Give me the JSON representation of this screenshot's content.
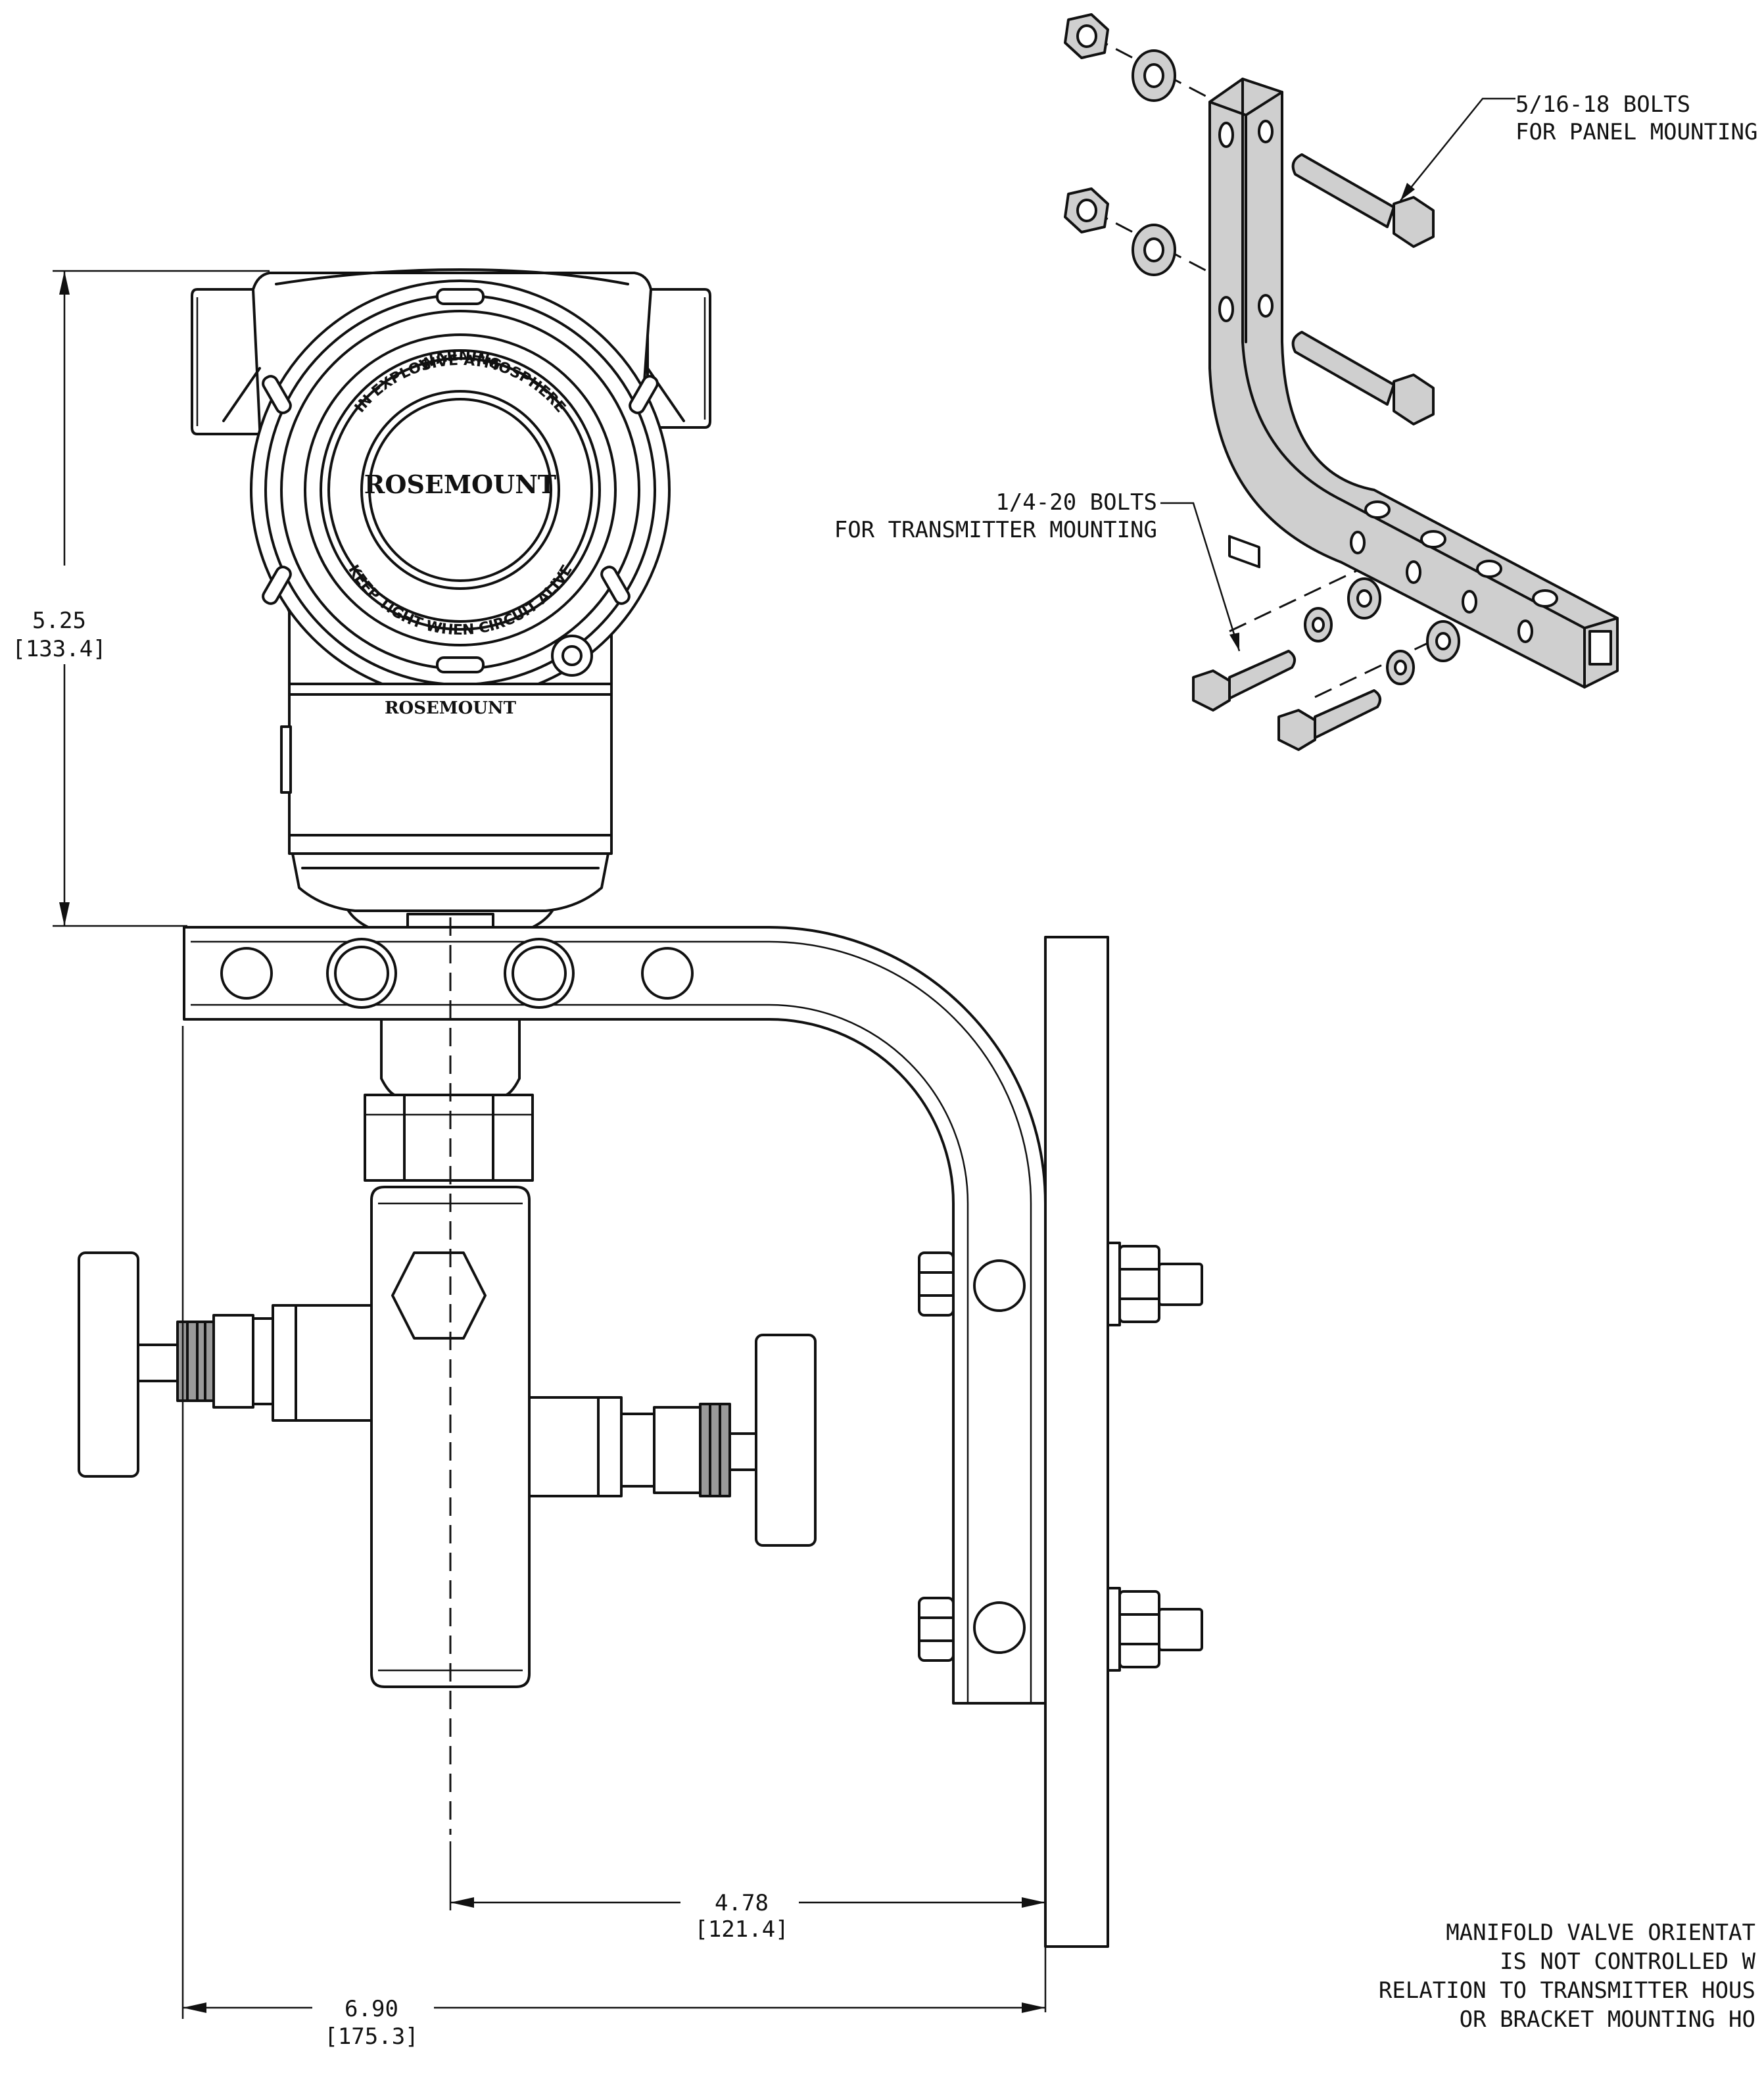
{
  "dimensions": {
    "height": {
      "inches": "5.25",
      "mm": "[133.4]"
    },
    "offset": {
      "inches": "4.78",
      "mm": "[121.4]"
    },
    "width": {
      "inches": "6.90",
      "mm": "[175.3]"
    }
  },
  "callouts": {
    "panel_bolts": {
      "line1": "5/16-18 BOLTS",
      "line2": "FOR PANEL MOUNTING"
    },
    "transmitter_bolts": {
      "line1": "1/4-20 BOLTS",
      "line2": "FOR TRANSMITTER MOUNTING"
    }
  },
  "housing": {
    "brand_cover": "ROSEMOUNT",
    "brand_body": "ROSEMOUNT",
    "ring_warning": "WARNING",
    "ring_top": "IN EXPLOSIVE ATMOSPHERE",
    "ring_bottom": "KEEP TIGHT WHEN CIRCUIT ALIVE"
  },
  "note": {
    "lines": [
      "MANIFOLD VALVE ORIENTAT",
      "IS NOT CONTROLLED W",
      "RELATION TO TRANSMITTER HOUS",
      "OR BRACKET MOUNTING HO"
    ]
  },
  "colors": {
    "line": "#111111",
    "fill_light": "#cfcfcf",
    "fill_dark": "#9a9a9a",
    "background": "#ffffff"
  }
}
